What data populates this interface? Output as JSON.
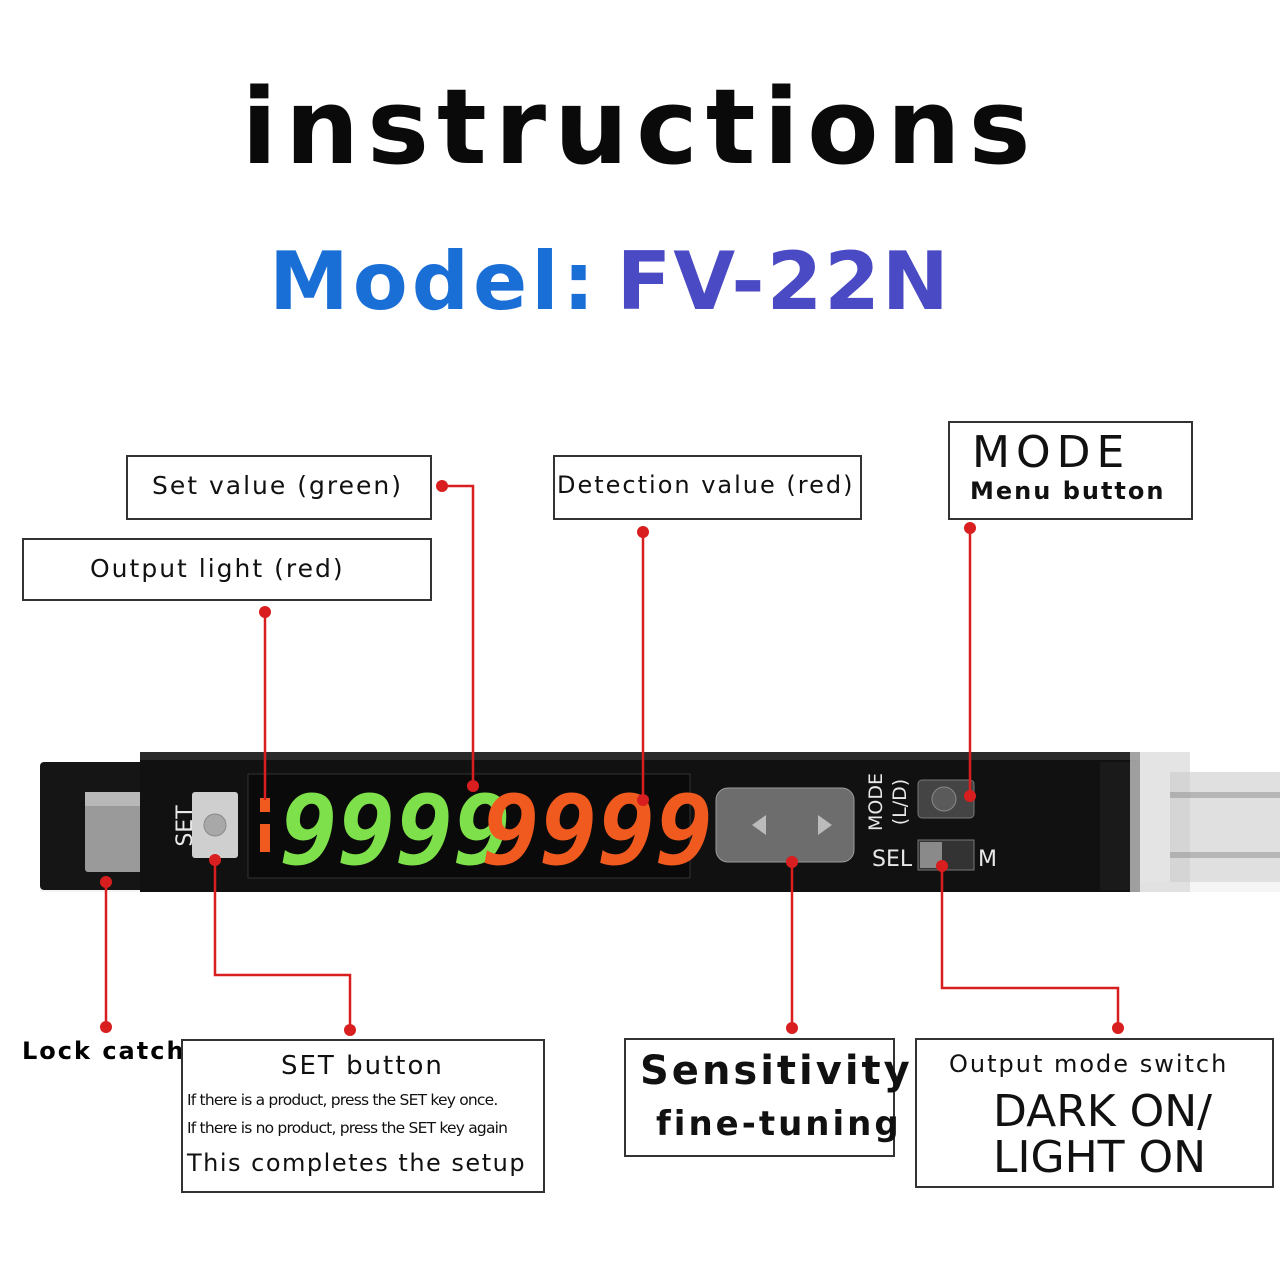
{
  "title": "instructions",
  "model": {
    "label": "Model:",
    "value": "FV-22N"
  },
  "callouts": {
    "set_value": "Set value (green)",
    "detection_value": "Detection value (red)",
    "mode_title": "MODE",
    "mode_sub": "Menu button",
    "output_light": "Output light (red)",
    "lock_catch": "Lock catch",
    "set_button_title": "SET button",
    "set_button_line1": "If there is a product, press the SET key once.",
    "set_button_line2": "If there is no product, press the SET key again",
    "set_button_line3": "This completes the setup",
    "sensitivity_line1": "Sensitivity",
    "sensitivity_line2": "fine-tuning",
    "output_mode_title": "Output mode switch",
    "output_mode_line1": "DARK ON/",
    "output_mode_line2": "LIGHT ON"
  },
  "device": {
    "set_label": "SET",
    "green_digits": "9999",
    "red_digits": "9999",
    "mode_label": "MODE",
    "mode_sub": "(L/D)",
    "sel_label": "SEL",
    "m_label": "M"
  },
  "colors": {
    "title": "#0a0a0a",
    "model_label": "#1a6fd6",
    "model_value": "#4a4ac4",
    "leader": "#d81e1e",
    "green_display": "#7ee04a",
    "red_display": "#f05a1e"
  }
}
